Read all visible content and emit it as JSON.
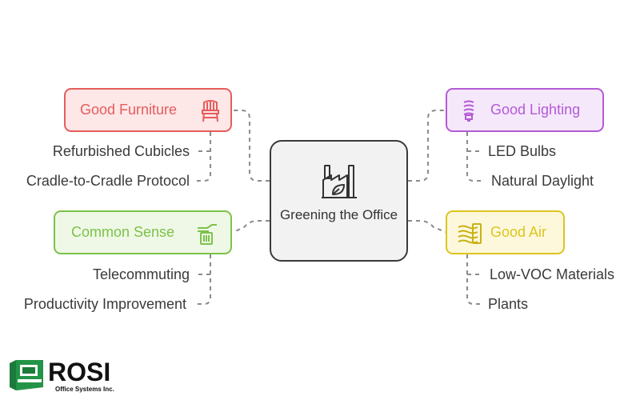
{
  "center": {
    "title": "Greening the Office",
    "icon": "factory-leaf-icon"
  },
  "branches": [
    {
      "id": "good-furniture",
      "label": "Good Furniture",
      "color": "#e65c5c",
      "fill": "#fde7e7",
      "icon": "chair-icon",
      "children": [
        "Refurbished Cubicles",
        "Cradle-to-Cradle Protocol"
      ]
    },
    {
      "id": "good-lighting",
      "label": "Good Lighting",
      "color": "#b35ad6",
      "fill": "#f6e8fb",
      "icon": "light-bulb-icon",
      "children": [
        "LED Bulbs",
        "Natural Daylight"
      ]
    },
    {
      "id": "common-sense",
      "label": "Common Sense",
      "color": "#7cc24a",
      "fill": "#eff8e6",
      "icon": "recycle-bin-hand-icon",
      "children": [
        "Telecommuting",
        "Productivity Improvement"
      ]
    },
    {
      "id": "good-air",
      "label": "Good Air",
      "color": "#dcc51e",
      "fill": "#fdf8dc",
      "icon": "air-waves-icon",
      "children": [
        "Low-VOC Materials",
        "Plants"
      ]
    }
  ],
  "logo": {
    "name": "ROSI",
    "tagline": "Office Systems Inc."
  }
}
